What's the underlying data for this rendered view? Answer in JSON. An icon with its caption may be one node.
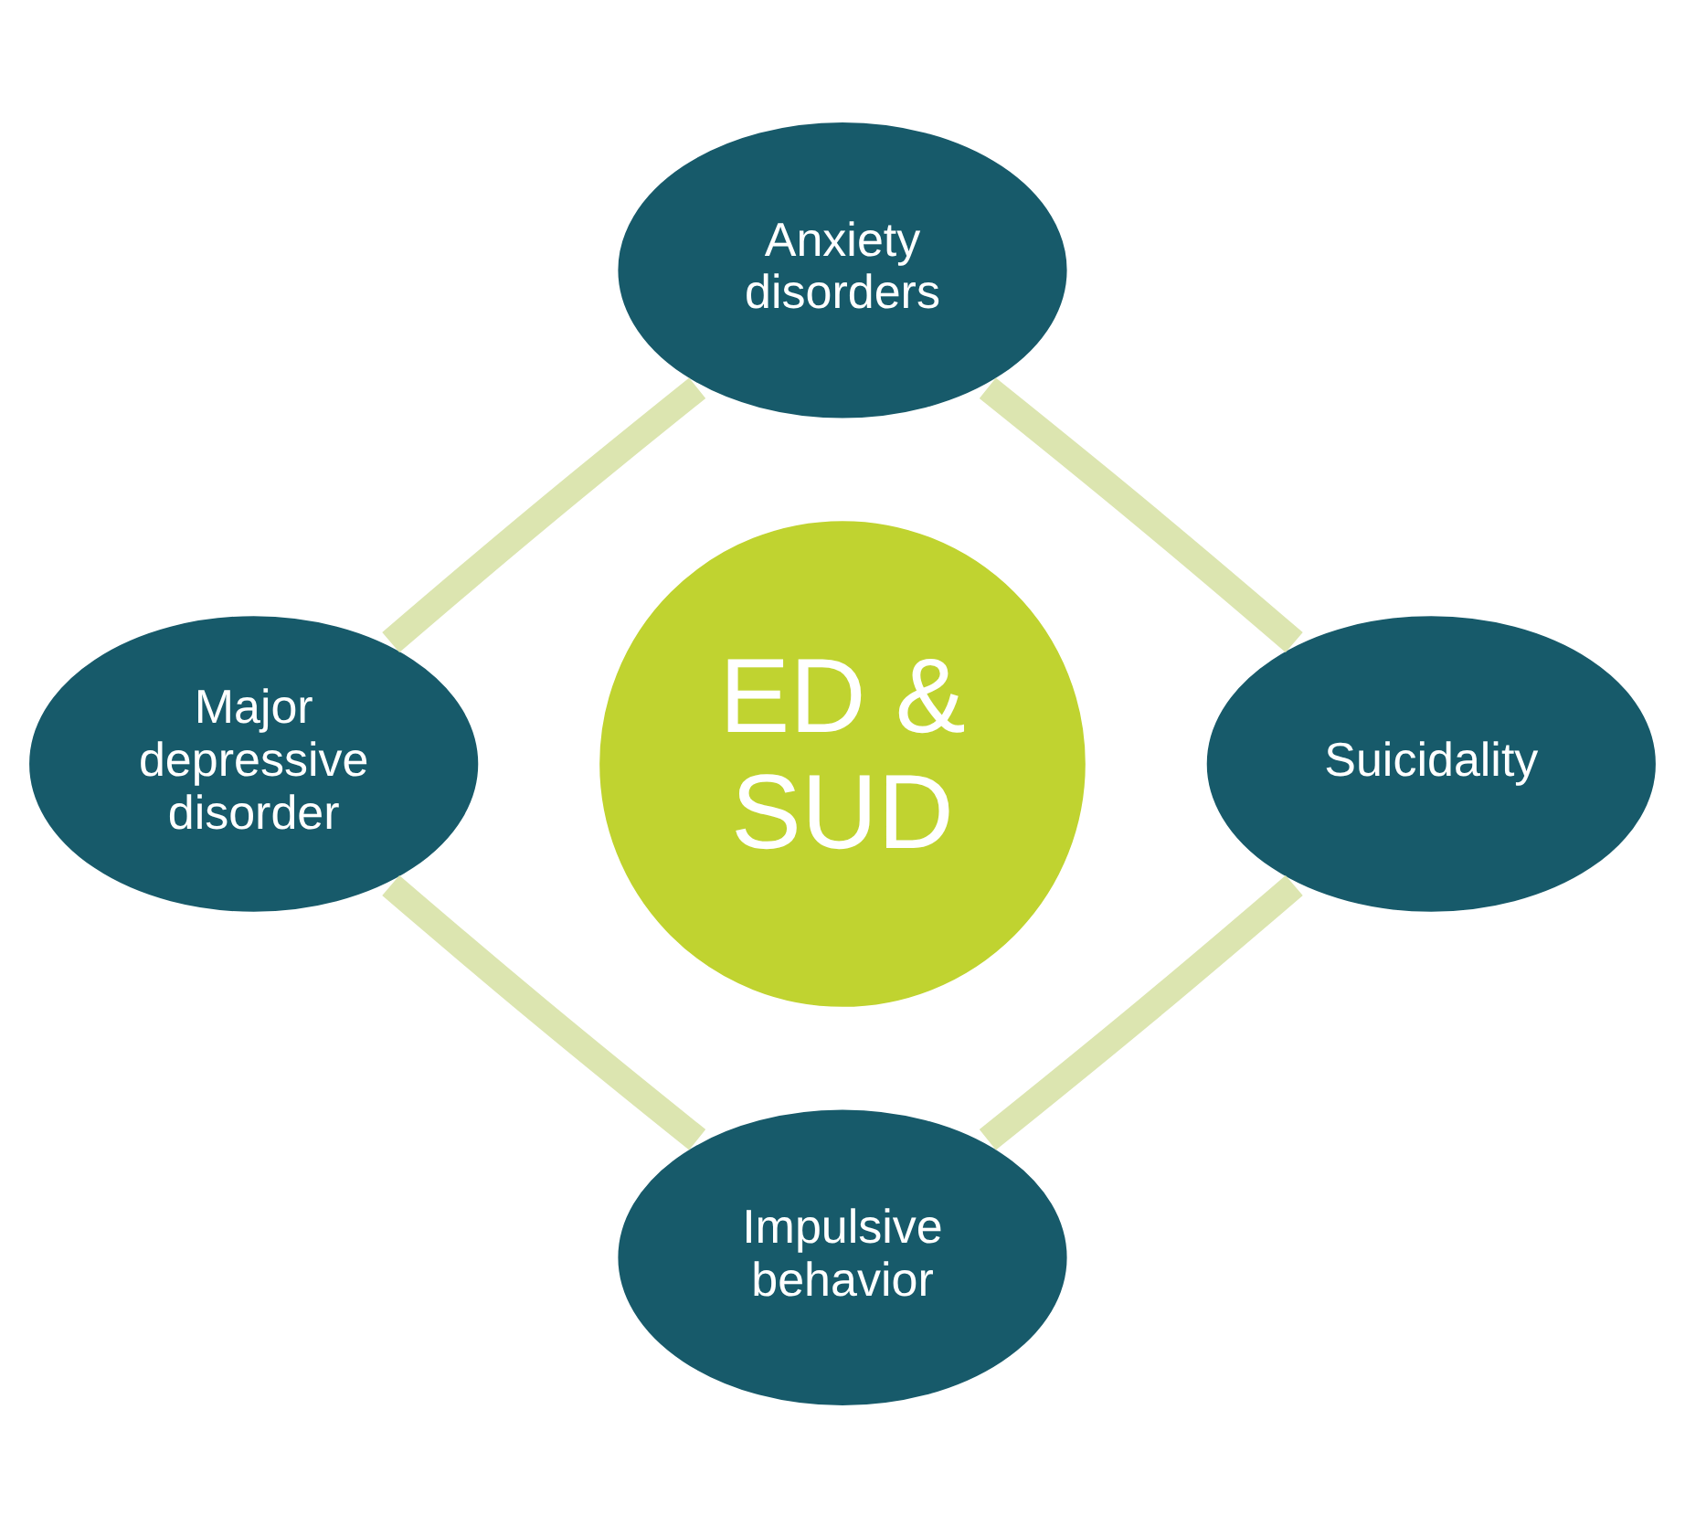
{
  "diagram": {
    "nodes": [
      {
        "text": [
          "ED & SUD"
        ]
      },
      {
        "text": [
          "Anxiety disorders"
        ]
      },
      {
        "text": [
          "Suicidality"
        ]
      },
      {
        "text": [
          "Impulsive behavior"
        ]
      },
      {
        "text": [
          "Major depressive disorder"
        ]
      }
    ],
    "edges": [
      {
        "from": 1,
        "to": 2,
        "arrow": "none"
      },
      {
        "from": 2,
        "to": 3,
        "arrow": "none"
      },
      {
        "from": 3,
        "to": 4,
        "arrow": "none"
      },
      {
        "from": 4,
        "to": 1,
        "arrow": "none"
      }
    ]
  }
}
